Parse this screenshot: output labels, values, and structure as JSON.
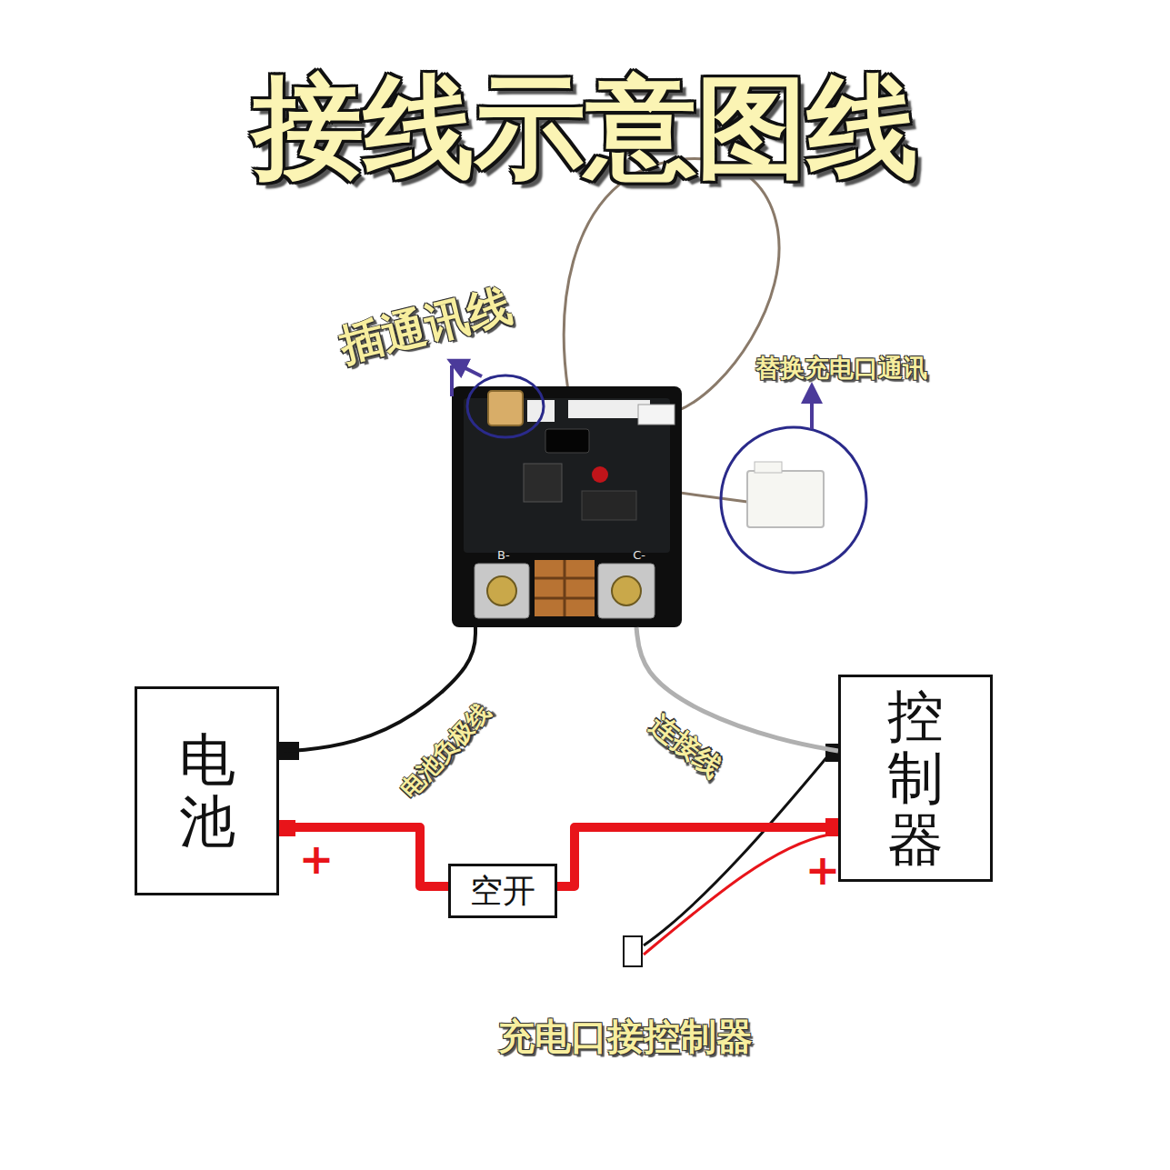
{
  "diagram": {
    "title": "接线示意图线",
    "nodes": [
      {
        "text": [
          "B-",
          "C-"
        ]
      },
      {
        "text": [
          "电池"
        ]
      },
      {
        "text": [
          "控制器"
        ]
      },
      {
        "text": [
          "空开"
        ]
      }
    ],
    "edges": [
      {
        "from": 1,
        "to": 0,
        "label": "电池负极线",
        "arrow": "none"
      },
      {
        "from": 0,
        "to": 2,
        "label": "连接线",
        "arrow": "none"
      },
      {
        "from": 1,
        "to": 3,
        "arrow": "none"
      },
      {
        "from": 3,
        "to": 2,
        "arrow": "none"
      }
    ],
    "labels": [
      "插通讯线",
      "替换充电口通讯",
      "+",
      "+",
      "充电口接控制器"
    ]
  }
}
